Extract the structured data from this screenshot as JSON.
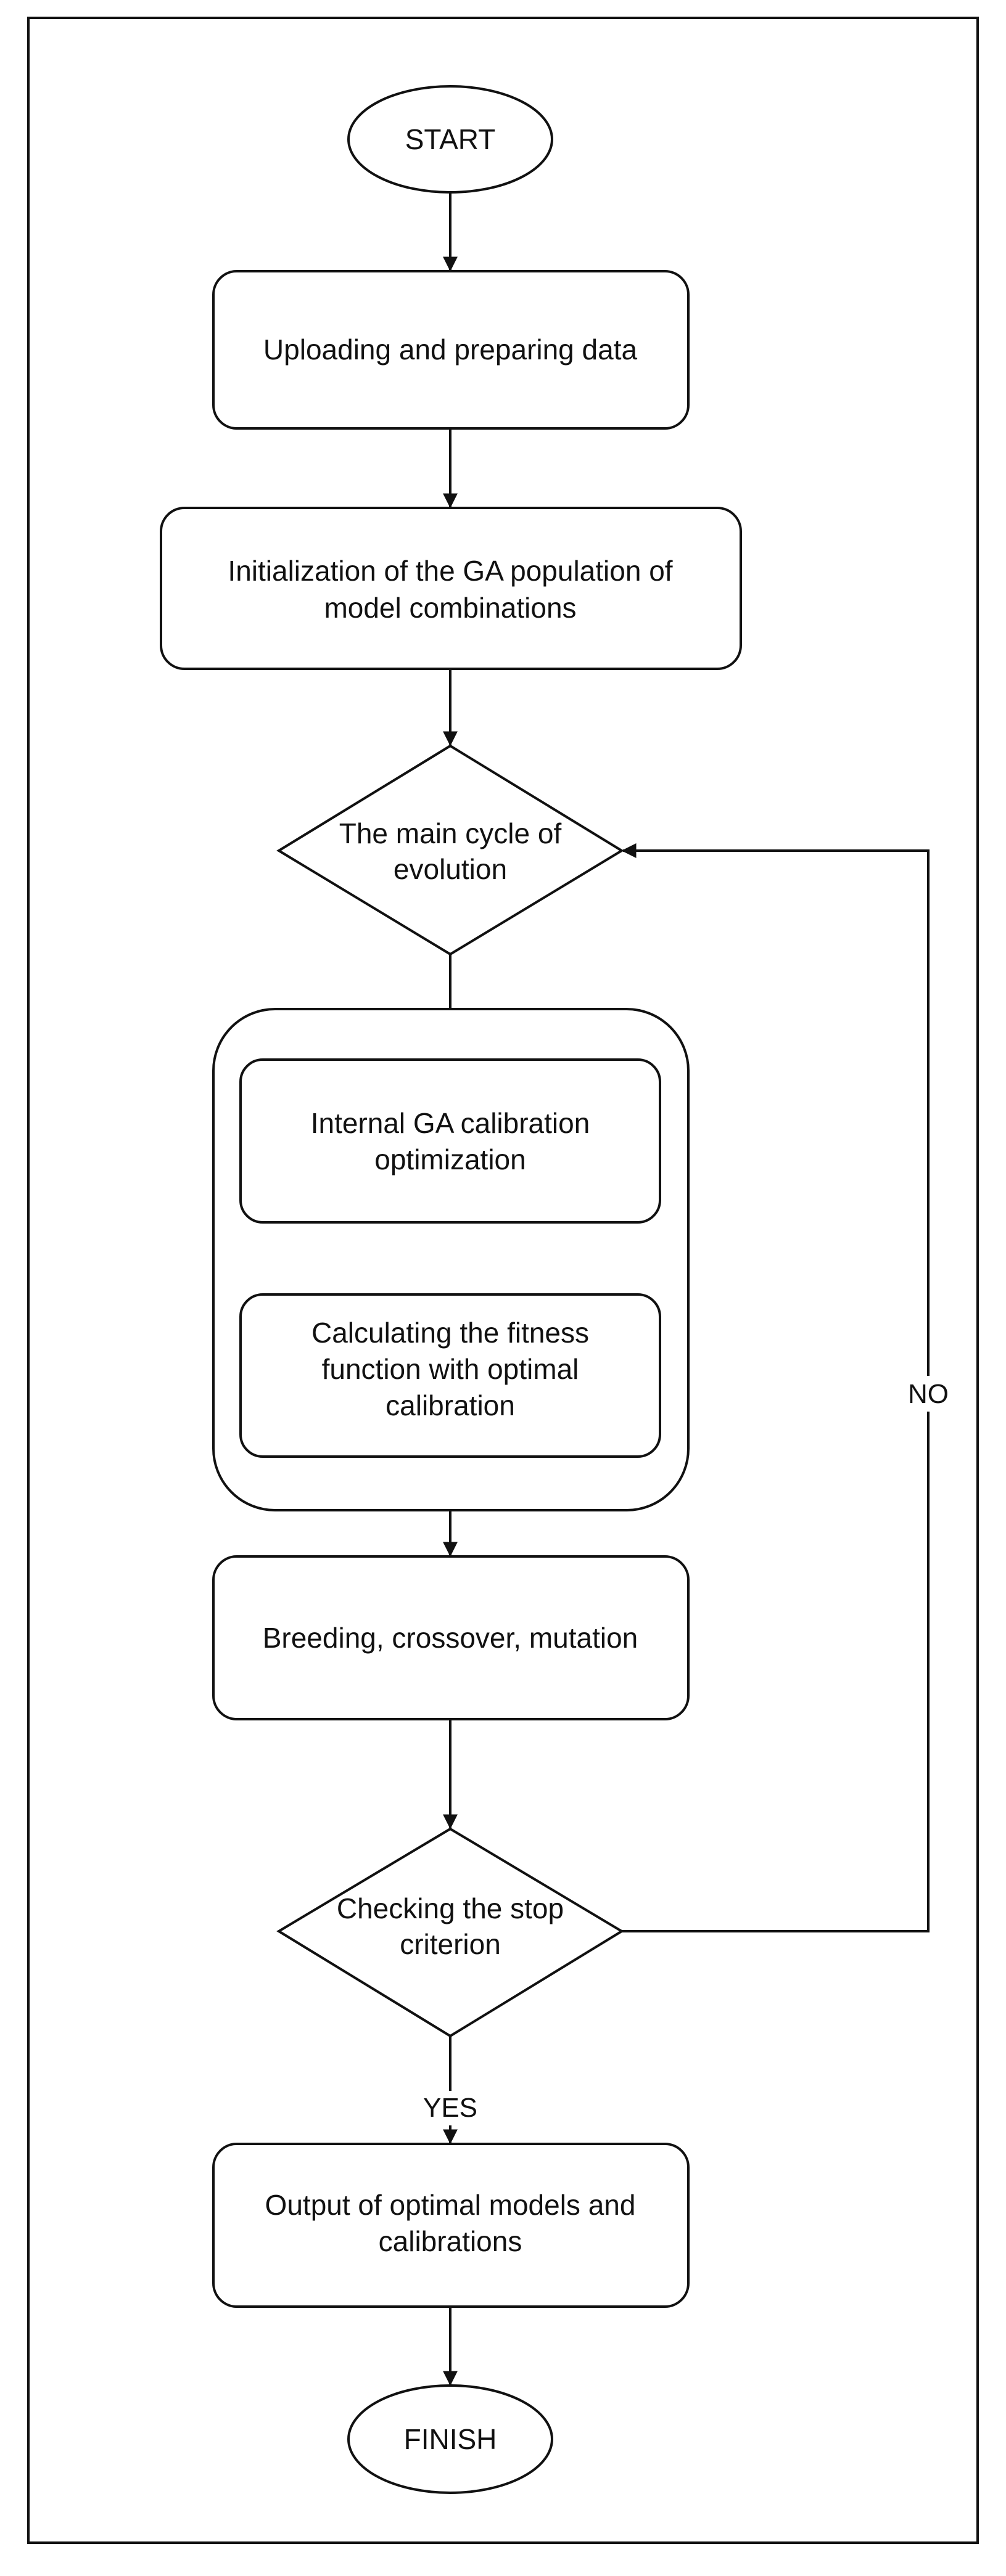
{
  "nodes": {
    "start": {
      "label": "START"
    },
    "upload": {
      "label": "Uploading and preparing data"
    },
    "init": {
      "lines": [
        "Initialization of the GA population of",
        "model combinations"
      ]
    },
    "main_cycle": {
      "lines": [
        "The main cycle of",
        "evolution"
      ]
    },
    "internal_ga": {
      "lines": [
        "Internal GA calibration",
        "optimization"
      ]
    },
    "fitness": {
      "lines": [
        "Calculating the fitness",
        "function with optimal",
        "calibration"
      ]
    },
    "breeding": {
      "label": "Breeding, crossover, mutation"
    },
    "stop_check": {
      "lines": [
        "Checking the stop",
        "criterion"
      ]
    },
    "output": {
      "lines": [
        "Output of optimal models and",
        "calibrations"
      ]
    },
    "finish": {
      "label": "FINISH"
    }
  },
  "edges": {
    "no_label": "NO",
    "yes_label": "YES"
  }
}
